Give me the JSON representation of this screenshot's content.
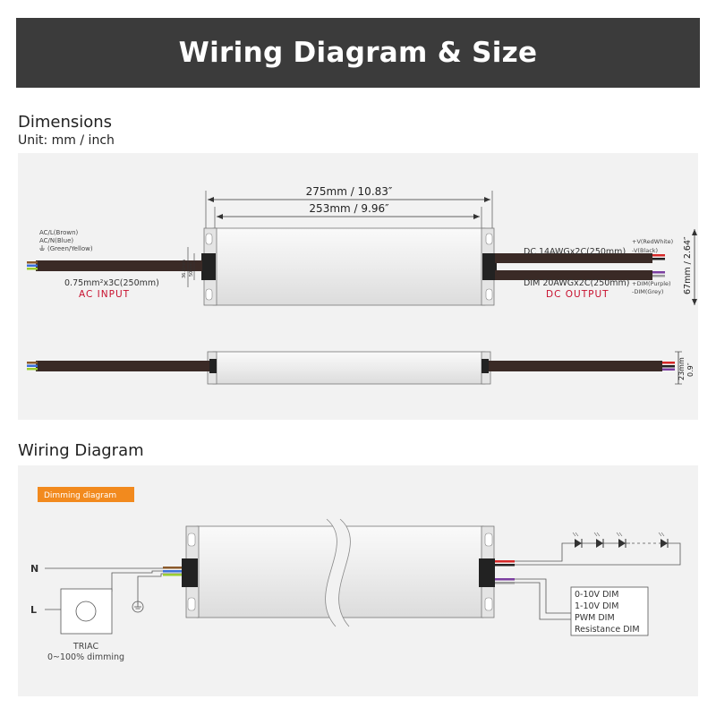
{
  "banner": {
    "title": "Wiring Diagram & Size"
  },
  "dimensions": {
    "title": "Dimensions",
    "unit": "Unit: mm / inch",
    "length_outer": "275mm / 10.83″",
    "length_inner": "253mm / 9.96″",
    "height": "67mm / 2.64″",
    "depth_mm": "23mm",
    "depth_in": "0.9″",
    "input_wires": [
      "AC/L(Brown)",
      "AC/N(Blue)",
      "(Green/Yellow)"
    ],
    "input_cable": "0.75mm²x3C(250mm)",
    "input_label": "AC  INPUT",
    "dc_cable": "DC  14AWGx2C(250mm)",
    "dim_cable": "DIM  20AWGx2C(250mm)",
    "output_label": "DC  OUTPUT",
    "output_wires": [
      "+V(RedWhite)",
      "-V(Black)",
      "+DIM(Purple)",
      "-DIM(Grey)"
    ],
    "small_dims": [
      "36.5mm",
      "50mm"
    ]
  },
  "wiring": {
    "title": "Wiring Diagram",
    "tag": "Dimming diagram",
    "n_label": "N",
    "l_label": "L",
    "triac_label": "TRIAC",
    "triac_range": "0~100% dimming",
    "dim_options": [
      "0-10V DIM",
      "1-10V DIM",
      "PWM DIM",
      "Resistance DIM"
    ]
  },
  "colors": {
    "accent": "#f28a1e",
    "dark": "#3b3b3b",
    "red_label": "#c8102e"
  }
}
